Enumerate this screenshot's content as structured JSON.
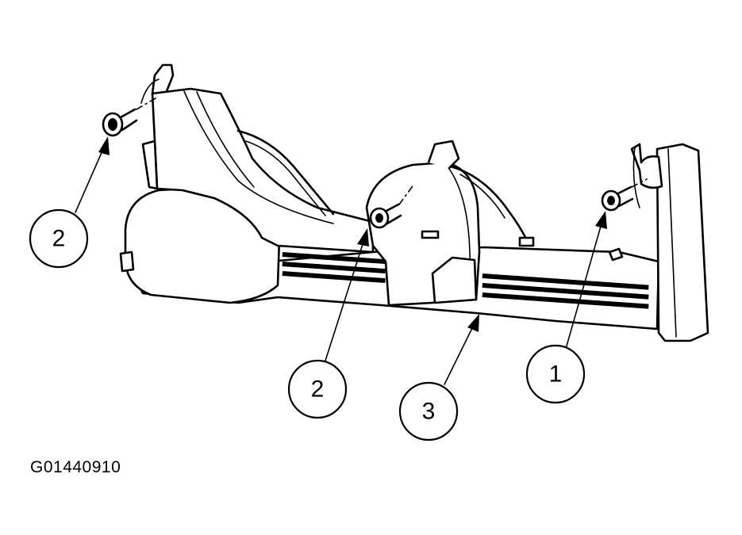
{
  "figure": {
    "id_label": "G01440910",
    "colors": {
      "ink": "#000000",
      "paper": "#ffffff"
    }
  },
  "callouts": [
    {
      "label": "2"
    },
    {
      "label": "2"
    },
    {
      "label": "3"
    },
    {
      "label": "1"
    }
  ]
}
